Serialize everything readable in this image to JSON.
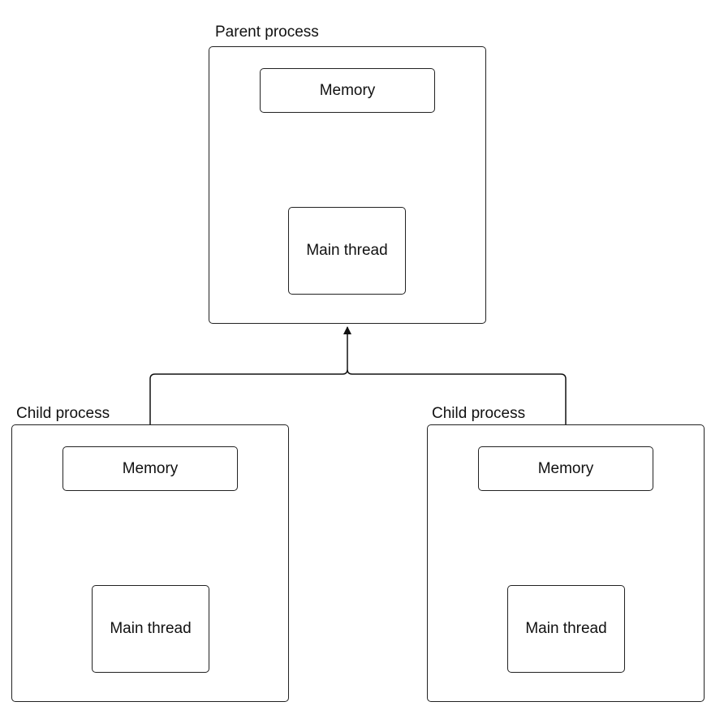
{
  "parent": {
    "title": "Parent process",
    "memory_label": "Memory",
    "thread_label": "Main thread"
  },
  "children": [
    {
      "title": "Child process",
      "memory_label": "Memory",
      "thread_label": "Main thread"
    },
    {
      "title": "Child process",
      "memory_label": "Memory",
      "thread_label": "Main thread"
    }
  ]
}
